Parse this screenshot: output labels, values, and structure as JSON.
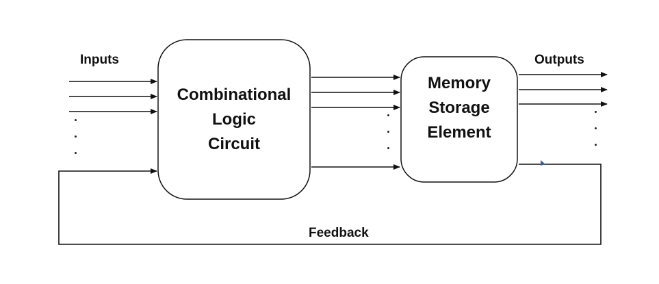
{
  "labels": {
    "inputs": "Inputs",
    "outputs": "Outputs",
    "feedback": "Feedback"
  },
  "blocks": {
    "combinational": [
      "Combinational",
      "Logic",
      "Circuit"
    ],
    "memory": [
      "Memory",
      "Storage",
      "Element"
    ]
  },
  "colors": {
    "line": "#111111",
    "marker": "#3b5ba0"
  }
}
